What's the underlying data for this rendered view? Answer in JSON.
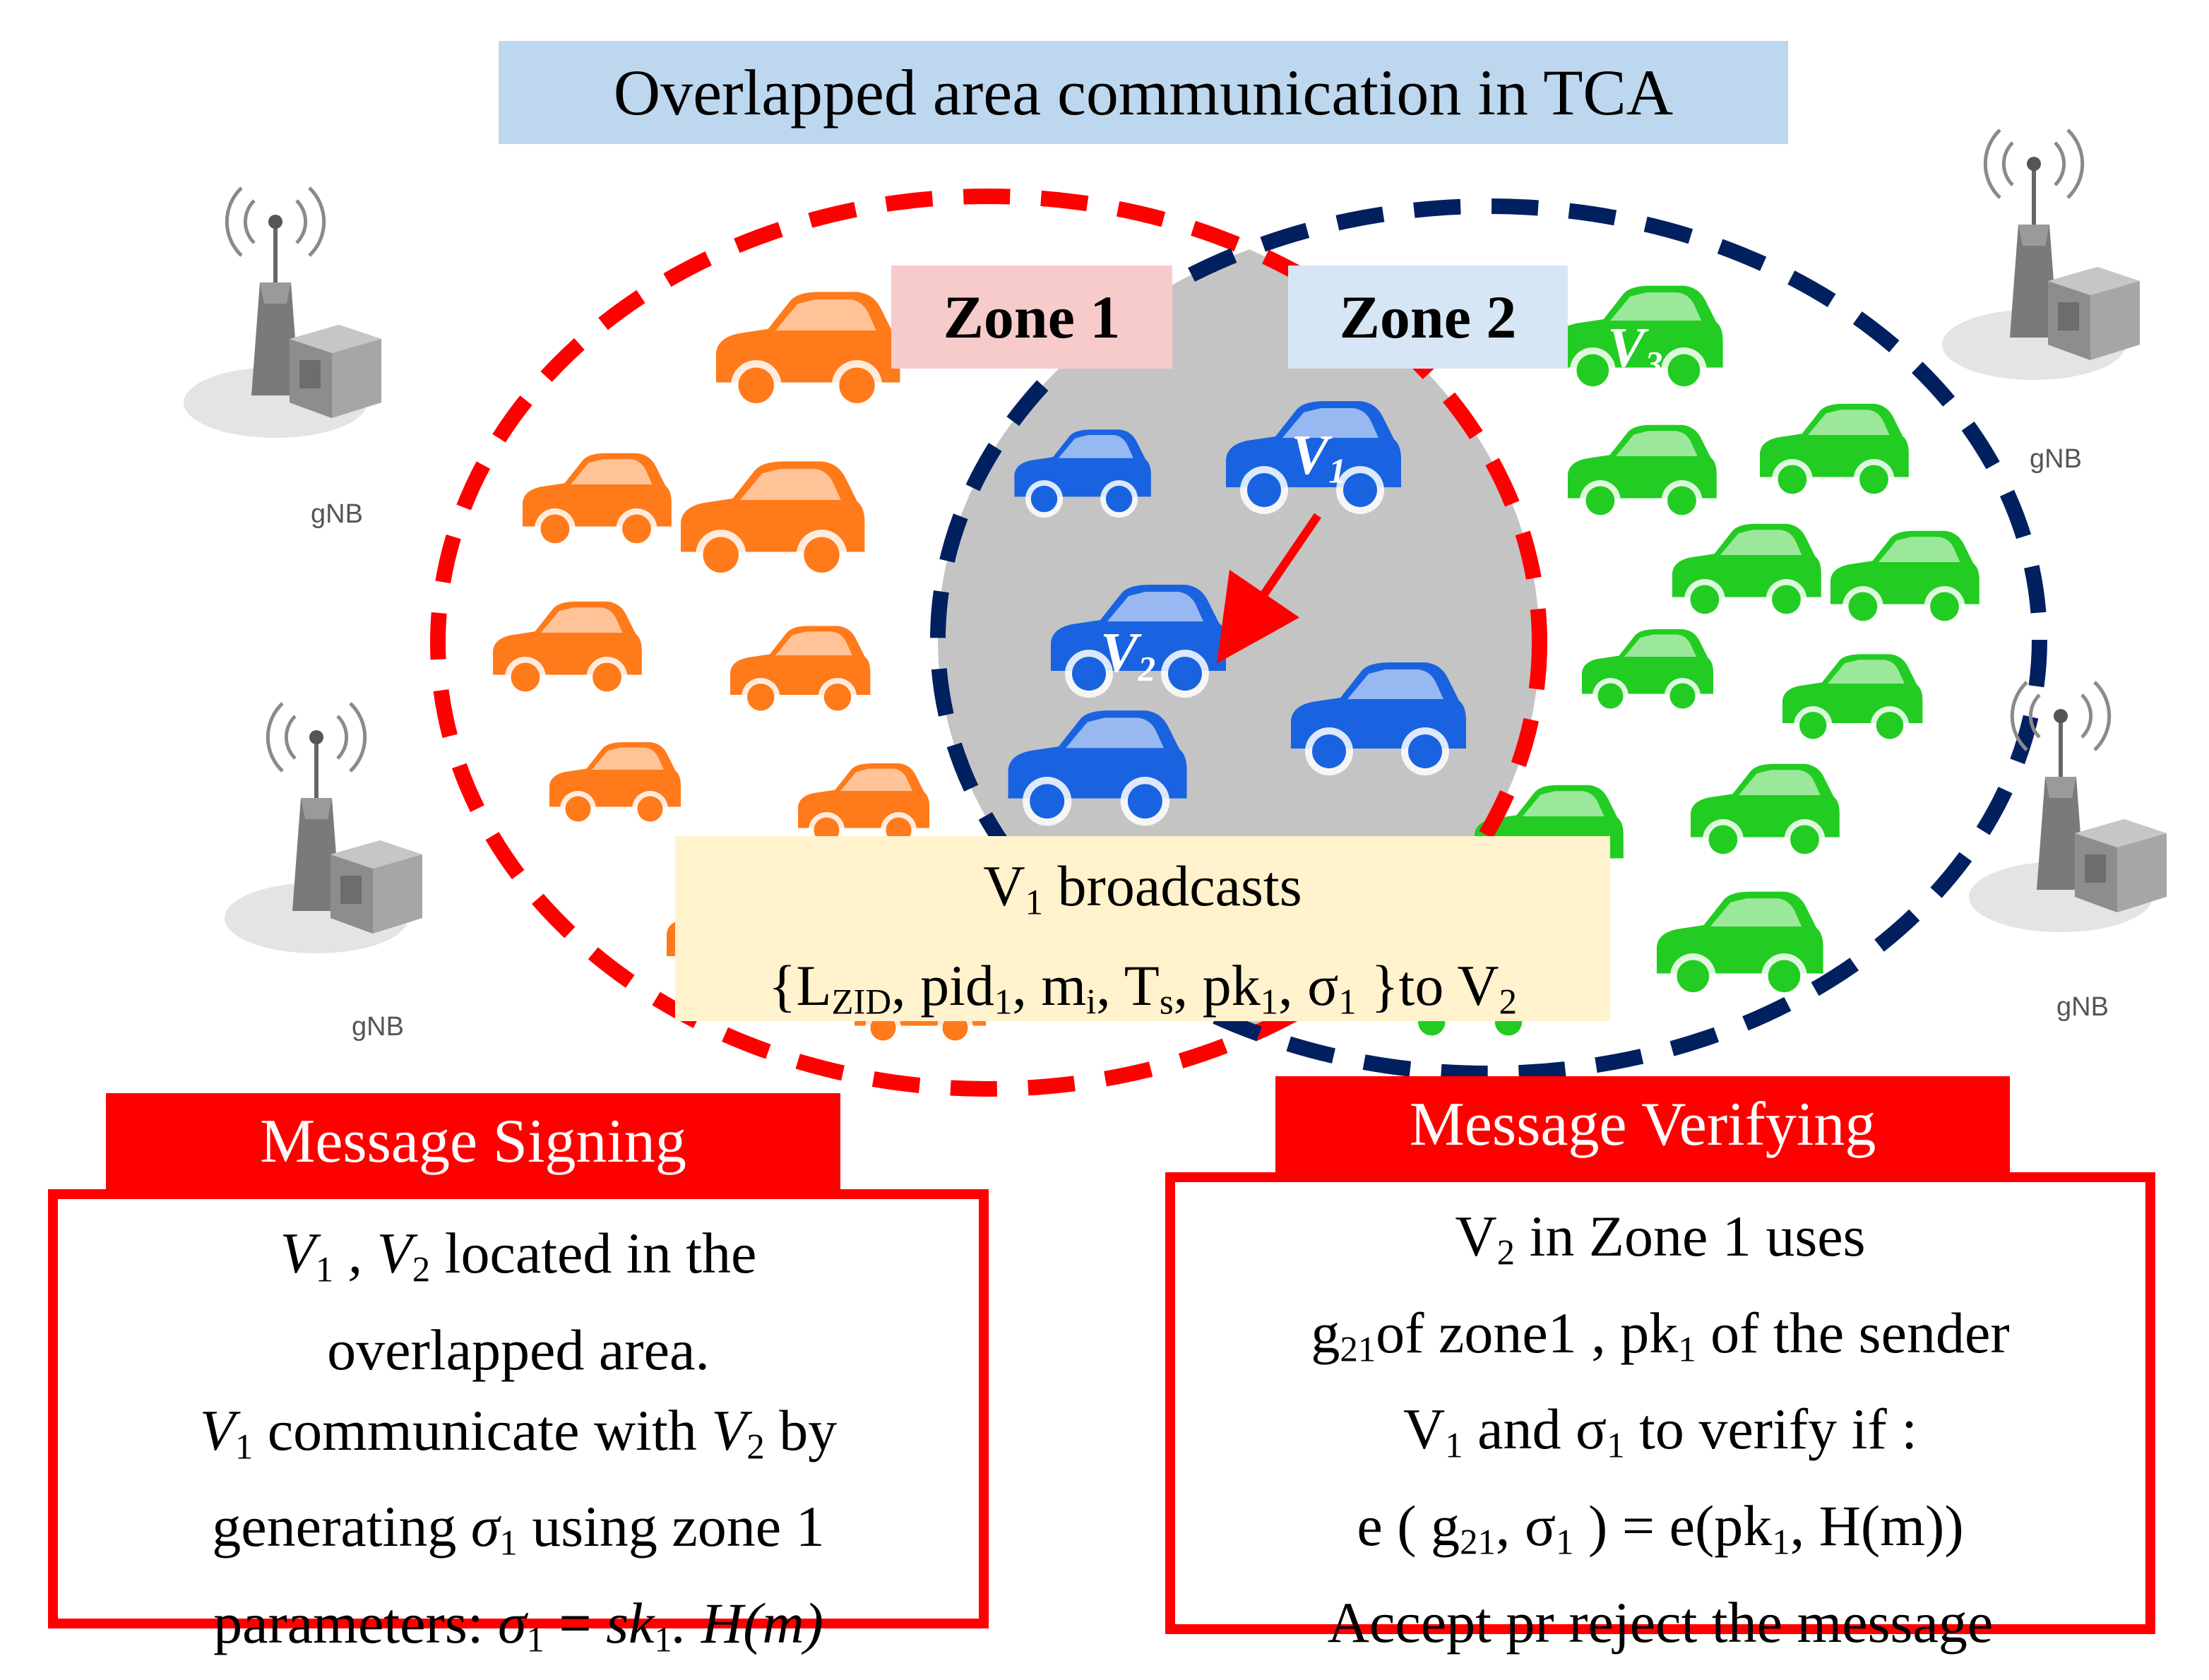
{
  "title": "Overlapped area communication in TCA",
  "zones": {
    "zone1": "Zone 1",
    "zone2": "Zone 2"
  },
  "vehicles": {
    "v1": "V",
    "v1_sub": "1",
    "v2": "V",
    "v2_sub": "2",
    "v3": "V",
    "v3_sub": "3"
  },
  "base_stations": [
    "gNB",
    "gNB",
    "gNB",
    "gNB"
  ],
  "broadcast": {
    "line1_pre": "V",
    "line1_sub": "1",
    "line1_post": " broadcasts",
    "line2": {
      "open": "{L",
      "zid": "ZID",
      "pid": ", pid",
      "pid_sub": "1",
      "m": ", m",
      "m_sub": "i",
      "t": ", T",
      "t_sub": "s",
      "pk": ", pk",
      "pk_sub": "1",
      "sig": ", σ",
      "sig_sub": "1",
      "close": " }to V",
      "close_sub": "2"
    }
  },
  "signing": {
    "header": "Message Signing",
    "l1_a": "V",
    "l1_a_sub": "1",
    "l1_b": " , V",
    "l1_b_sub": "2",
    "l1_c": " located in the",
    "l2": "overlapped area.",
    "l3_a": "V",
    "l3_a_sub": "1",
    "l3_b": " communicate with ",
    "l3_c": "V",
    "l3_c_sub": "2",
    "l3_d": " by",
    "l4_a": "generating ",
    "l4_b": "σ",
    "l4_b_sub": "1",
    "l4_c": " using zone 1",
    "l5_a": "parameters: ",
    "l5_b": "σ",
    "l5_b_sub": "1",
    "l5_c": " = ",
    "l5_d": "sk",
    "l5_d_sub": "1",
    "l5_e": ". H(m)"
  },
  "verifying": {
    "header": "Message Verifying",
    "l1_a": "V",
    "l1_a_sub": "2",
    "l1_b": " in Zone 1 uses",
    "l2_a": "g",
    "l2_a_sub": "21",
    "l2_b": "of zone1 , pk",
    "l2_b_sub": "1",
    "l2_c": " of the sender",
    "l3_a": "V",
    "l3_a_sub": "1",
    "l3_b": " and σ",
    "l3_b_sub": "1",
    "l3_c": " to verify if :",
    "l4_a": "e ( g",
    "l4_a_sub": "21",
    "l4_b": ", σ",
    "l4_b_sub": "1",
    "l4_c": " ) = e(pk",
    "l4_c_sub": "1",
    "l4_d": ", H(m))",
    "l5": "Accept pr reject the message"
  },
  "colors": {
    "zone1_ring": "#ff0000",
    "zone2_ring": "#002060",
    "overlap": "#c4c4c4",
    "zone1_cars": "#ff7a1a",
    "overlap_cars": "#1a63e0",
    "zone2_cars": "#22cc22",
    "arrow": "#ff0000",
    "title_bg": "#bdd7ee",
    "broadcast_bg": "#fff2cc"
  }
}
